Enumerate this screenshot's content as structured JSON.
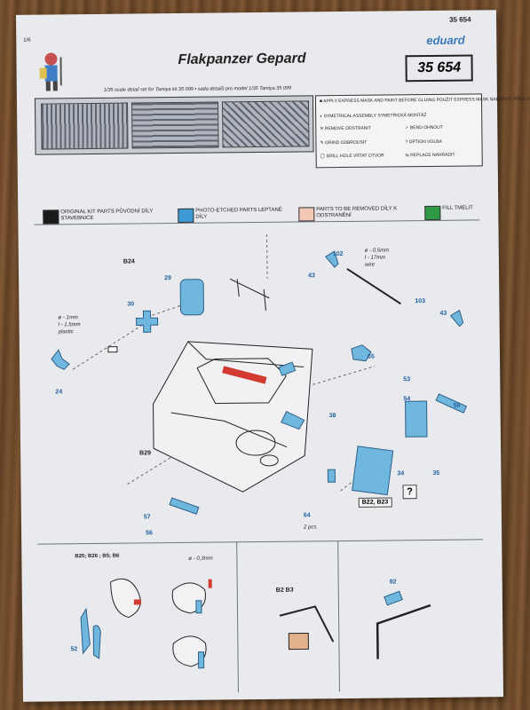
{
  "header": {
    "page_number": "1/6",
    "code_top": "35 654",
    "brand": "eduard",
    "title": "Flakpanzer Gepard",
    "kit_number": "35 654",
    "subtitle": "1/35 scale detail set for Tamiya kit 35 099 • sada detailů pro model 1/35 Tamiya 35 099"
  },
  "symbols": [
    {
      "icon": "mask-icon",
      "text": "APPLY EXPRESS MASK AND PAINT BEFORE GLUING POUŽIT EXPRESS MASK NABARVIT PŘED SLEPENÍM"
    },
    {
      "icon": "symmetry-icon",
      "text": "SYMETRICAL ASSEMBLY SYMETRICKÁ MONTÁŽ"
    },
    {
      "icon": "remove-icon",
      "text": "REMOVE ODSTRANIT"
    },
    {
      "icon": "bend-icon",
      "text": "BEND OHNOUT"
    },
    {
      "icon": "grind-icon",
      "text": "GRIND ODBROUSIT"
    },
    {
      "icon": "option-icon",
      "text": "OPTION VOLBA"
    },
    {
      "icon": "drill-icon",
      "text": "DRILL HOLE VRTAT OTVOR"
    },
    {
      "icon": "replace-icon",
      "text": "REPLACE NAHRADIT"
    }
  ],
  "legend": [
    {
      "color": "#1a1a1a",
      "label": "ORIGINAL KIT PARTS PŮVODNÍ DÍLY STAVEBNICE"
    },
    {
      "color": "#3d9ad6",
      "label": "PHOTO-ETCHED PARTS LEPTANÉ DÍLY"
    },
    {
      "color": "#f2c7b3",
      "label": "PARTS TO BE REMOVED DÍLY K ODSTRANĚNÍ"
    },
    {
      "color": "#2e9a45",
      "label": "FILL TMELIT"
    }
  ],
  "callouts": {
    "b24": "B24",
    "p29": "29",
    "p30": "30",
    "p24": "24",
    "p43a": "43",
    "p102": "102",
    "p103": "103",
    "p43b": "43",
    "wire": "ø - 0,5mm\nl - 17mm\nwire",
    "plastic": "ø - 1mm\nl - 1,5mm\nplastic",
    "p65": "65",
    "p53": "53",
    "p54": "54",
    "p58": "58",
    "p38": "38",
    "b29": "B29",
    "p34": "34",
    "p35": "35",
    "p57": "57",
    "p56": "56",
    "p64": "64",
    "pcs": "2 pcs.",
    "b22b23": "B22, B23",
    "q": "?",
    "b25": "B25; B26 ; B5; B6",
    "wire2": "ø - 0,3mm",
    "p52": "52",
    "b2b3": "B2  B3",
    "p92": "92"
  }
}
